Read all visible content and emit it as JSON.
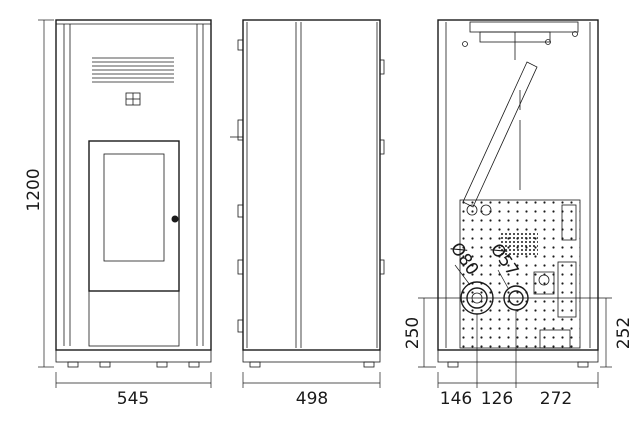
{
  "front_view": {
    "height_label": "1200",
    "width_label": "545"
  },
  "side_view": {
    "depth_label": "498"
  },
  "rear_view": {
    "dia_large_label": "Ø80",
    "dia_small_label": "Ø57",
    "height_large_label": "250",
    "height_small_label": "252",
    "offset_labels": [
      "146",
      "126",
      "272"
    ]
  }
}
